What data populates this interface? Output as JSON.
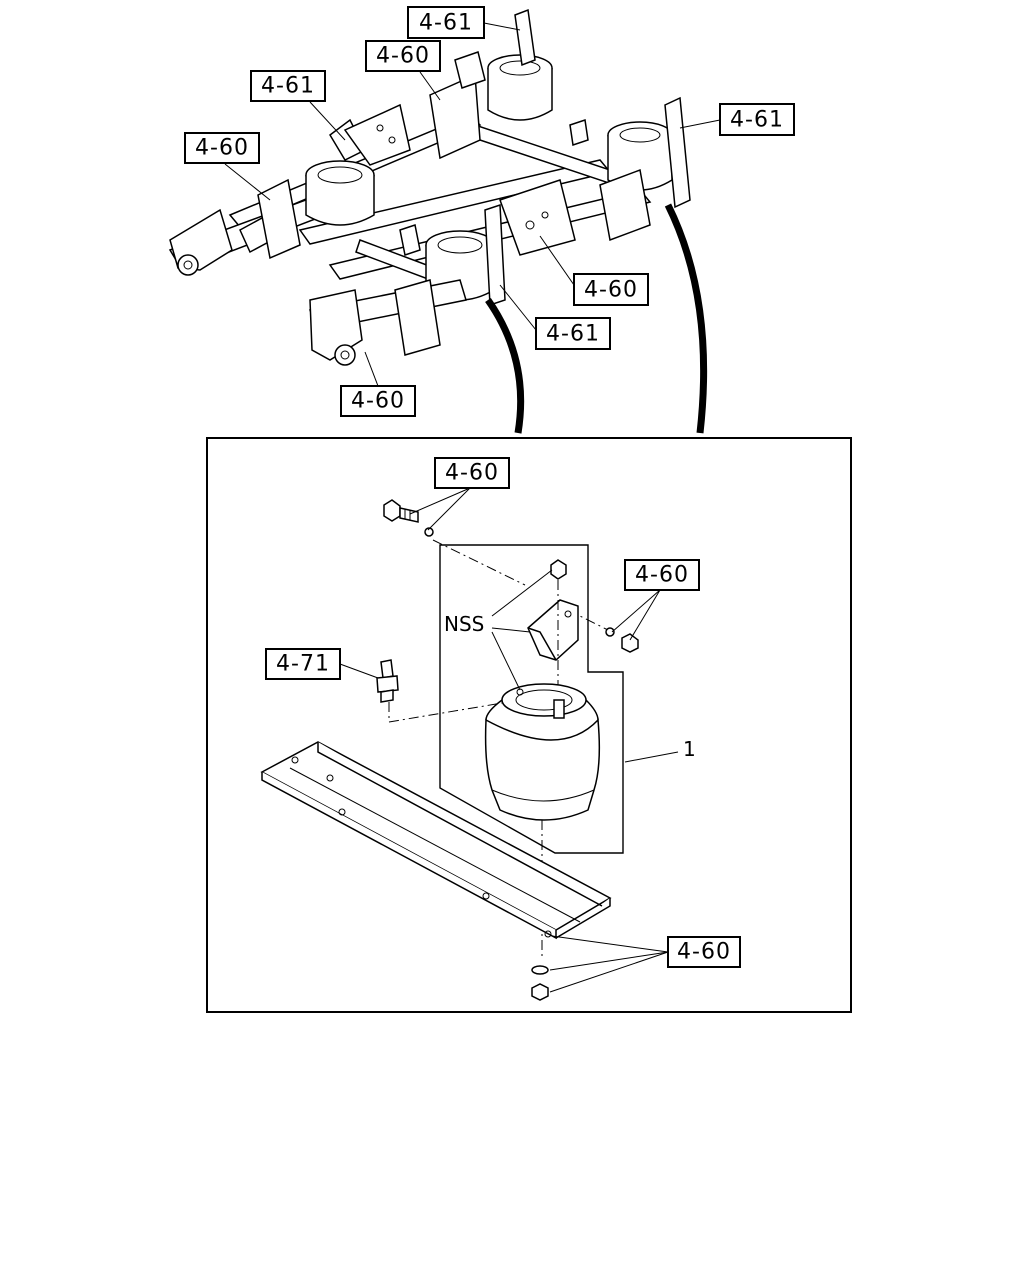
{
  "overview_labels": {
    "top_left_a": "4-61",
    "top_left_b": "4-60",
    "upper_left_a": "4-61",
    "upper_left_b": "4-60",
    "right_upper": "4-61",
    "right_mid": "4-60",
    "center_lower": "4-61",
    "bottom_left": "4-60"
  },
  "detail": {
    "bolt_label": "4-60",
    "nut_label": "4-60",
    "fitting_label": "4-71",
    "nss_label": "NSS",
    "item_number": "1",
    "bottom_label": "4-60"
  }
}
